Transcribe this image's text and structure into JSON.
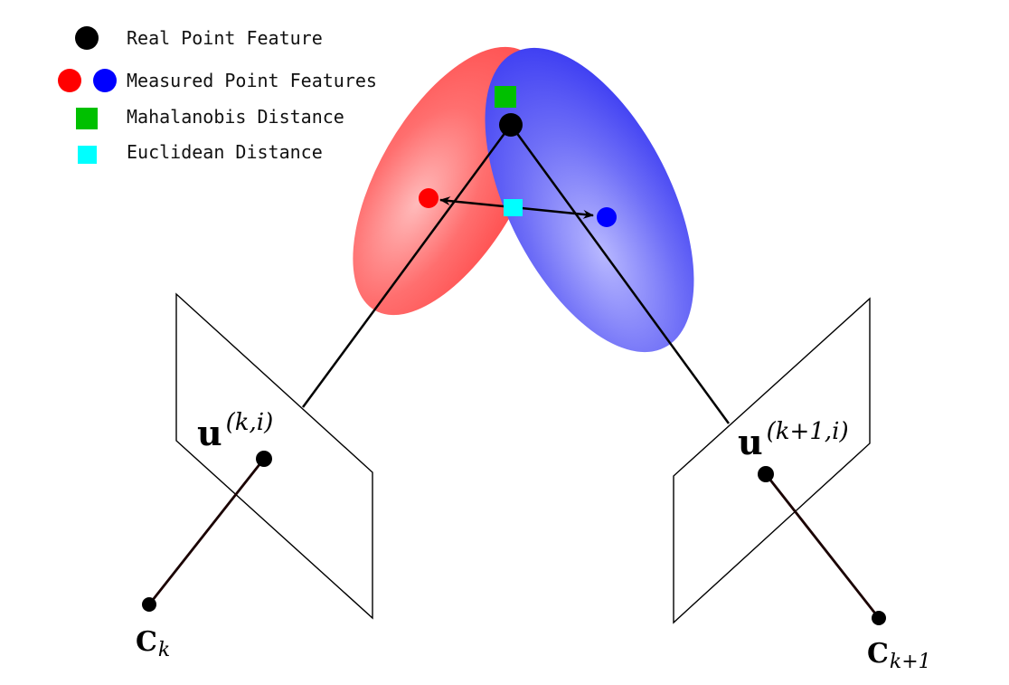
{
  "legend": [
    {
      "label": "Real Point Feature",
      "marker": "black-circle",
      "color": "#000000"
    },
    {
      "label": "Measured Point Features",
      "marker": "red-blue-circles",
      "colors": [
        "#ff0000",
        "#0000ff"
      ]
    },
    {
      "label": "Mahalanobis Distance",
      "marker": "green-square",
      "color": "#00c000"
    },
    {
      "label": "Euclidean Distance",
      "marker": "cyan-square",
      "color": "#00ffff"
    }
  ],
  "labels": {
    "image_point_left": {
      "base": "u",
      "sup": "(k,i)"
    },
    "image_point_right": {
      "base": "u",
      "sup": "(k+1,i)"
    },
    "camera_left": {
      "base": "C",
      "sub": "k"
    },
    "camera_right": {
      "base": "C",
      "sub": "k+1"
    }
  },
  "colors": {
    "red_ellipse": "#ff5555",
    "blue_ellipse": "#4a4af5",
    "red_point": "#ff0000",
    "blue_point": "#0000ff",
    "real_point": "#000000",
    "mahalanobis": "#00c000",
    "euclidean": "#00ffff"
  }
}
